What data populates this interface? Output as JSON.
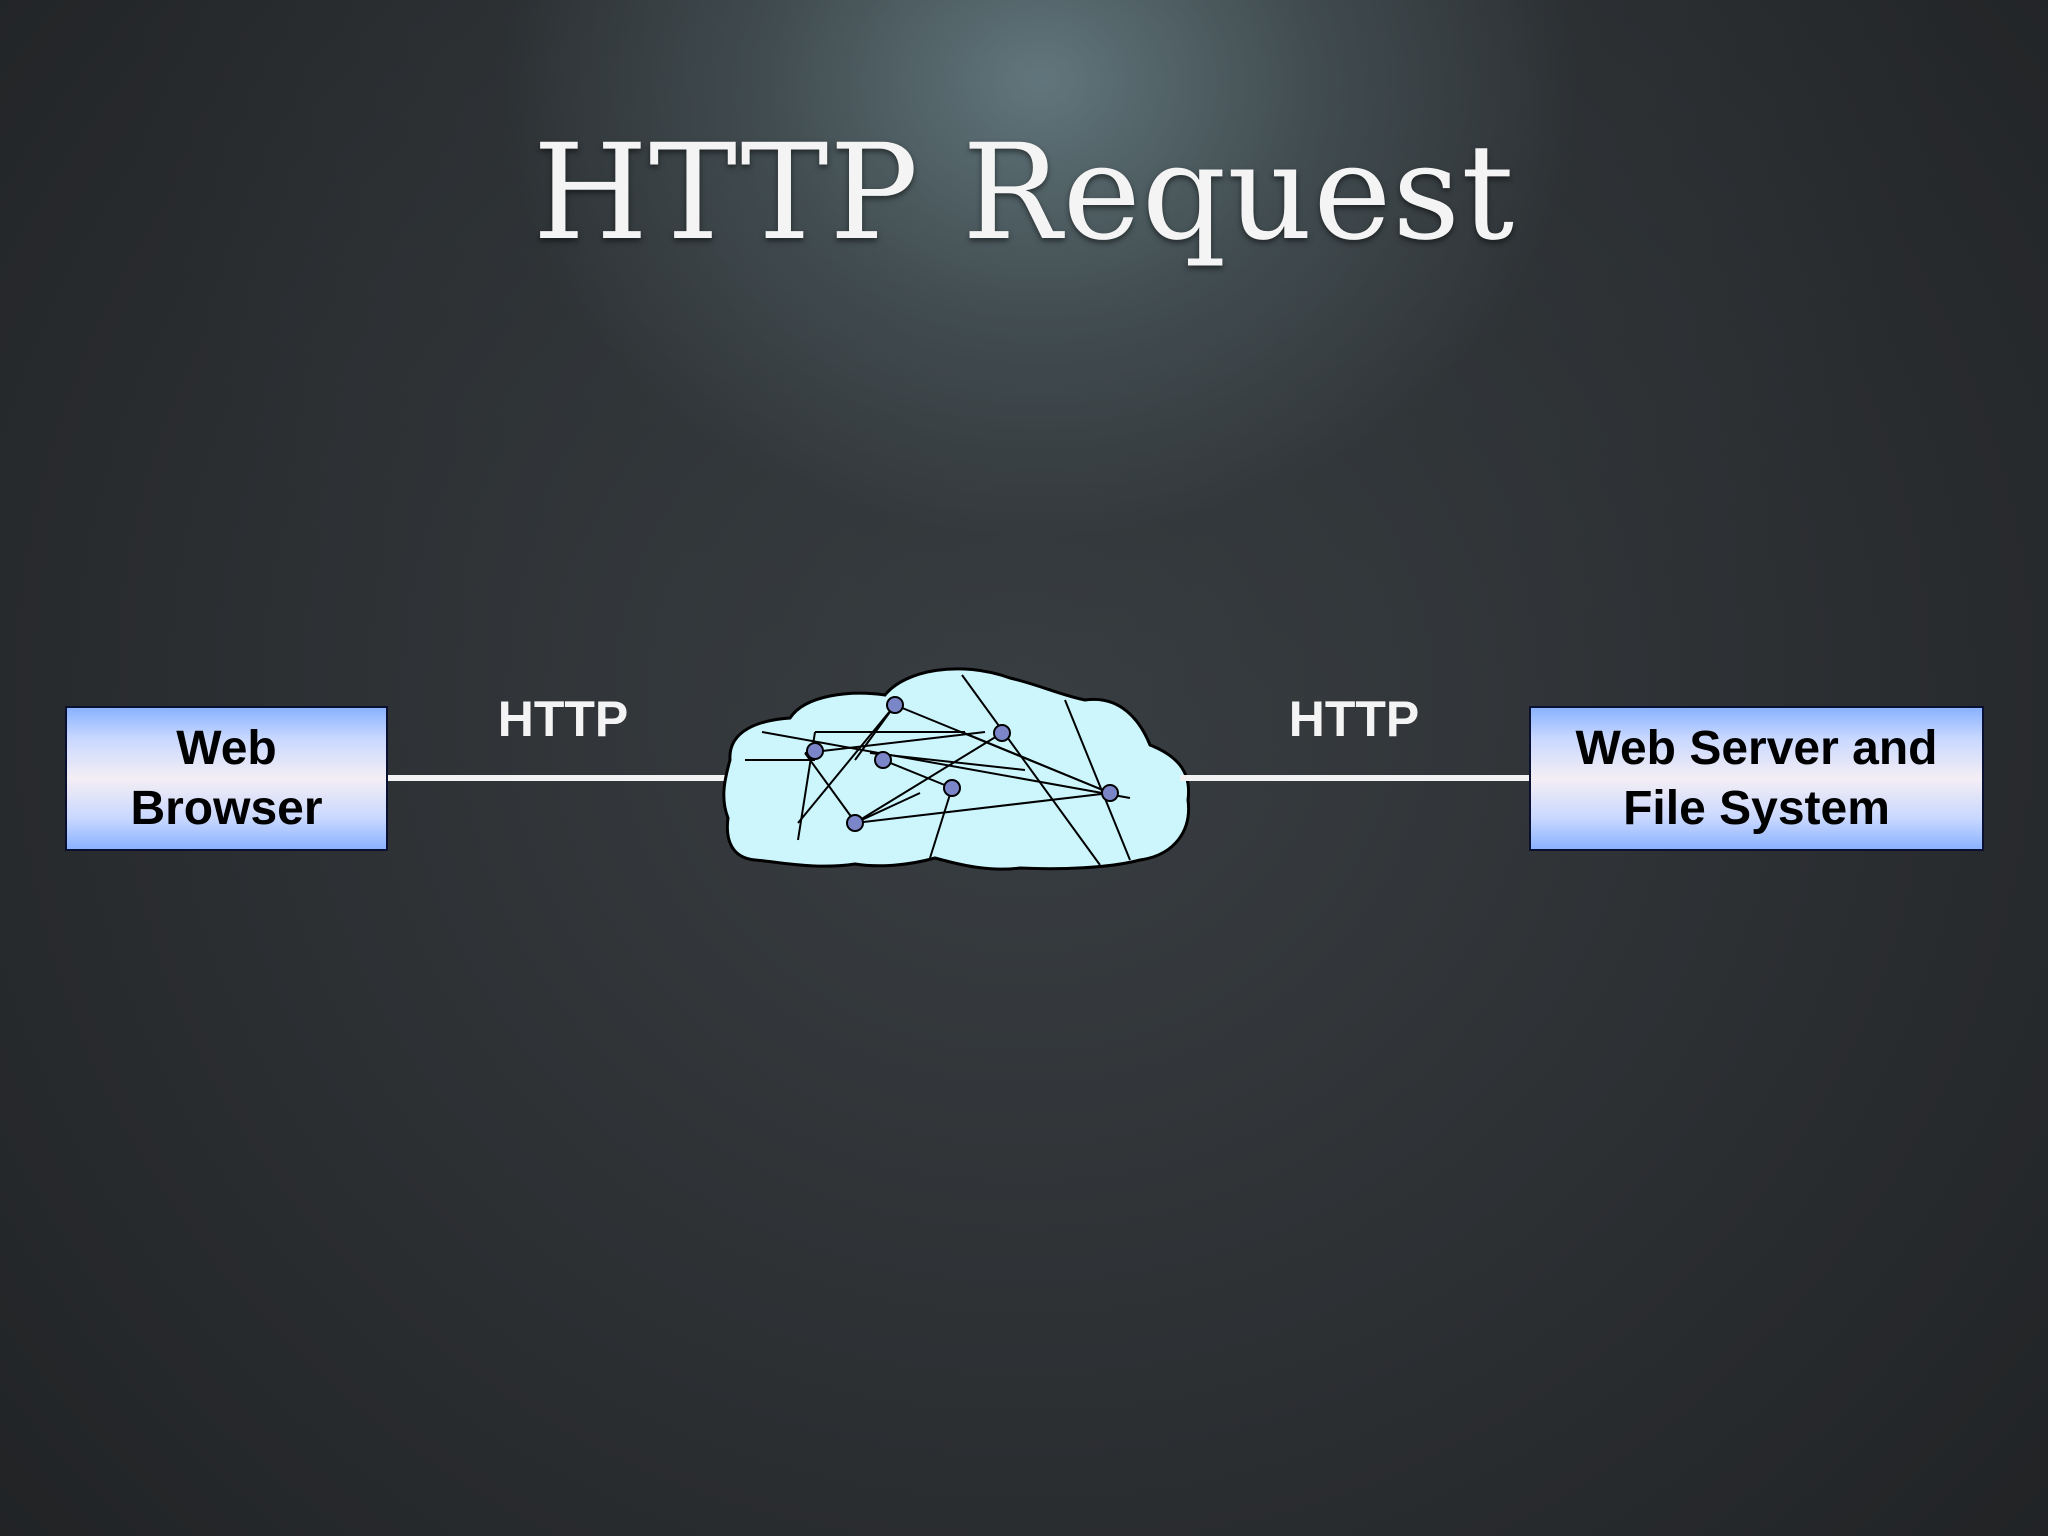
{
  "slide": {
    "title": "HTTP Request"
  },
  "diagram": {
    "client": {
      "line1": "Web",
      "line2": "Browser"
    },
    "server": {
      "line1": "Web Server and",
      "line2": "File System"
    },
    "links": {
      "left_label": "HTTP",
      "right_label": "HTTP"
    },
    "network": {
      "icon": "internet-cloud-icon",
      "fill_color": "#ccf6fc"
    }
  },
  "colors": {
    "box_gradient_edge": "#8ab2ff",
    "box_gradient_center": "#f4eef4",
    "text_light": "#f4f4f4",
    "line": "#f2f2f2"
  }
}
